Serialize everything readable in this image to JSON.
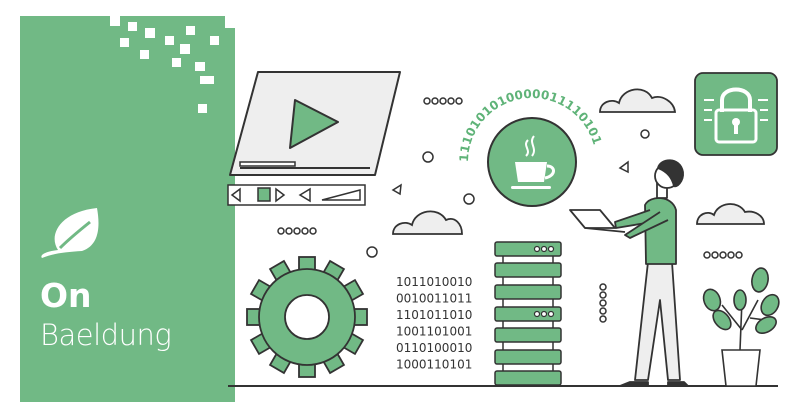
{
  "banner": {
    "title_bold": "On",
    "title_light": "Baeldung",
    "brand_color": "#71b985",
    "logo_icon": "leaf-icon"
  },
  "illustration": {
    "arc_binary": "1110101010000011110101",
    "binary_lines": [
      "1011010010",
      "0010011011",
      "1101011010",
      "1001101001",
      "0110100010",
      "1000110101"
    ],
    "icons": [
      "video-player-icon",
      "play-icon",
      "coffee-cup-icon",
      "server-stack-icon",
      "gear-icon",
      "lock-icon",
      "cloud-icon",
      "plant-icon",
      "person-with-laptop"
    ]
  }
}
